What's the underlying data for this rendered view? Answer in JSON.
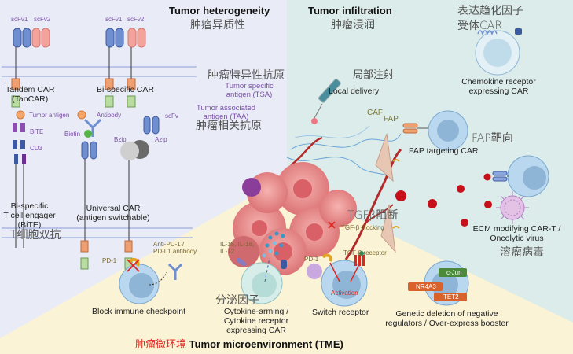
{
  "colors": {
    "bg_left": "#e9ecf7",
    "bg_right": "#dcecea",
    "bg_bottom": "#fbf3d6",
    "membrane": "#a9b6e0",
    "scfv_blue": "#6f8fd0",
    "scfv_pink": "#f3a29c",
    "hinge_orange": "#f0a070",
    "signal_green": "#b9dca0",
    "cell_blue": "#b9d8ef",
    "nucleus_blue": "#8fb5d6",
    "tumor_pink": "#e88a8a",
    "blood_red": "#c8101a",
    "accent_red": "#e0261f",
    "label_purple": "#7b4fa8"
  },
  "sections": {
    "heterogeneity": {
      "title_en": "Tumor heterogeneity",
      "title_cn": "肿瘤异质性"
    },
    "infiltration": {
      "title_en": "Tumor infiltration",
      "title_cn": "肿瘤浸润"
    },
    "tme": {
      "title_cn": "肿瘤微环境",
      "title_en": "Tumor microenvironment (TME)"
    }
  },
  "left": {
    "tandem": {
      "scfv1": "scFv1",
      "scfv2": "scFv2",
      "label_line1": "Tandem CAR",
      "label_line2": "(TanCAR)"
    },
    "bispecific": {
      "scfv1": "scFv1",
      "scfv2": "scFv2",
      "label": "Bi-specific CAR"
    },
    "bite": {
      "tumor_antigen": "Tumor antigen",
      "bite": "BiTE",
      "cd3": "CD3",
      "label_line1": "Bi-specific",
      "label_line2": "T cell engager",
      "label_line3": "(BiTE)",
      "label_cn": "T细胞双抗"
    },
    "universal": {
      "antibody": "Antibody",
      "biotin": "Biotin",
      "bzip": "Bzip",
      "azip": "Azip",
      "scfv": "scFv",
      "label_line1": "Universal CAR",
      "label_line2": "(antigen switchable)"
    }
  },
  "center": {
    "tsa_cn": "肿瘤特异性抗原",
    "tsa_en_line1": "Tumor specific",
    "tsa_en_line2": "antigen (TSA)",
    "taa_en_line1": "Tumor associated",
    "taa_en_line2": "antigen (TAA)",
    "taa_cn": "肿瘤相关抗原"
  },
  "right": {
    "local_cn": "局部注射",
    "local_en": "Local delivery",
    "chemokine_cn_line1": "表达趋化因子",
    "chemokine_cn_line2": "受体CAR",
    "chemokine_en_line1": "Chemokine receptor",
    "chemokine_en_line2": "expressing CAR",
    "caf": "CAF",
    "fap": "FAP",
    "fap_cn": "FAP靶向",
    "fap_en": "FAP targeting CAR",
    "ecm_en_line1": "ECM modifying CAR-T /",
    "ecm_en_line2": "Oncolytic virus",
    "ecm_cn": "溶瘤病毒",
    "tgfb_cn": "TGFβ阻断",
    "tgfb_en": "TGF-β blocking"
  },
  "bottom": {
    "checkpoint": {
      "pd1": "PD-1",
      "antibody_line1": "Anti-PD-1 /",
      "antibody_line2": "PD-L1 antibody",
      "label": "Block immune checkpoint"
    },
    "cytokine": {
      "il_line1": "IL-15, IL-18,",
      "il_line2": "IL-12",
      "cn": "分泌因子",
      "label_line1": "Cytokine-arming /",
      "label_line2": "Cytokine receptor",
      "label_line3": "expressing CAR"
    },
    "switch": {
      "pd1": "PD-1",
      "tgfb_receptor": "TGF-β receptor",
      "activation": "Activation",
      "label": "Switch receptor"
    },
    "genetic": {
      "cjun": "c-Jun",
      "nr4a3": "NR4A3",
      "tet2": "TET2",
      "label_line1": "Genetic deletion of negative",
      "label_line2": "regulators / Over-express booster"
    }
  }
}
